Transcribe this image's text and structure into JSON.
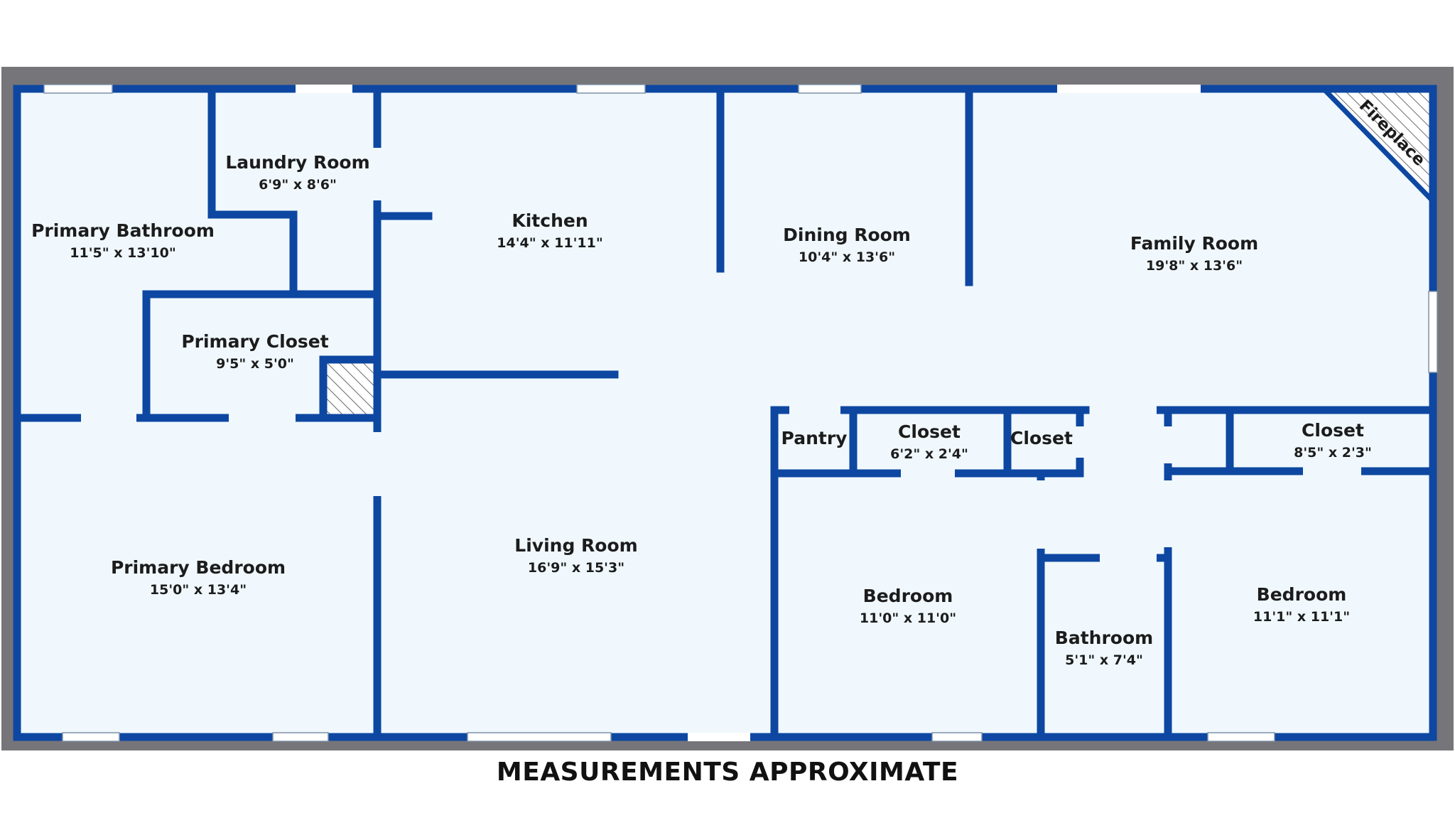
{
  "colors": {
    "wall": "#0d47a1",
    "floor": "#f0f8fd",
    "border": "#76757a",
    "window": "#ffffff"
  },
  "rooms": {
    "primary_bathroom": {
      "name": "Primary Bathroom",
      "dims": "11'5\" x 13'10\""
    },
    "laundry_room": {
      "name": "Laundry Room",
      "dims": "6'9\" x 8'6\""
    },
    "kitchen": {
      "name": "Kitchen",
      "dims": "14'4\" x 11'11\""
    },
    "dining_room": {
      "name": "Dining Room",
      "dims": "10'4\" x 13'6\""
    },
    "family_room": {
      "name": "Family Room",
      "dims": "19'8\" x 13'6\""
    },
    "primary_closet": {
      "name": "Primary Closet",
      "dims": "9'5\" x 5'0\""
    },
    "primary_bedroom": {
      "name": "Primary Bedroom",
      "dims": "15'0\" x 13'4\""
    },
    "living_room": {
      "name": "Living Room",
      "dims": "16'9\" x 15'3\""
    },
    "pantry": {
      "name": "Pantry"
    },
    "closet_a": {
      "name": "Closet",
      "dims": "6'2\" x 2'4\""
    },
    "closet_b": {
      "name": "Closet"
    },
    "closet_c": {
      "name": "Closet",
      "dims": "8'5\" x 2'3\""
    },
    "bedroom_a": {
      "name": "Bedroom",
      "dims": "11'0\" x 11'0\""
    },
    "bathroom": {
      "name": "Bathroom",
      "dims": "5'1\" x 7'4\""
    },
    "bedroom_b": {
      "name": "Bedroom",
      "dims": "11'1\" x 11'1\""
    }
  },
  "fireplace": {
    "label": "Fireplace"
  },
  "footer": {
    "note": "MEASUREMENTS APPROXIMATE"
  }
}
